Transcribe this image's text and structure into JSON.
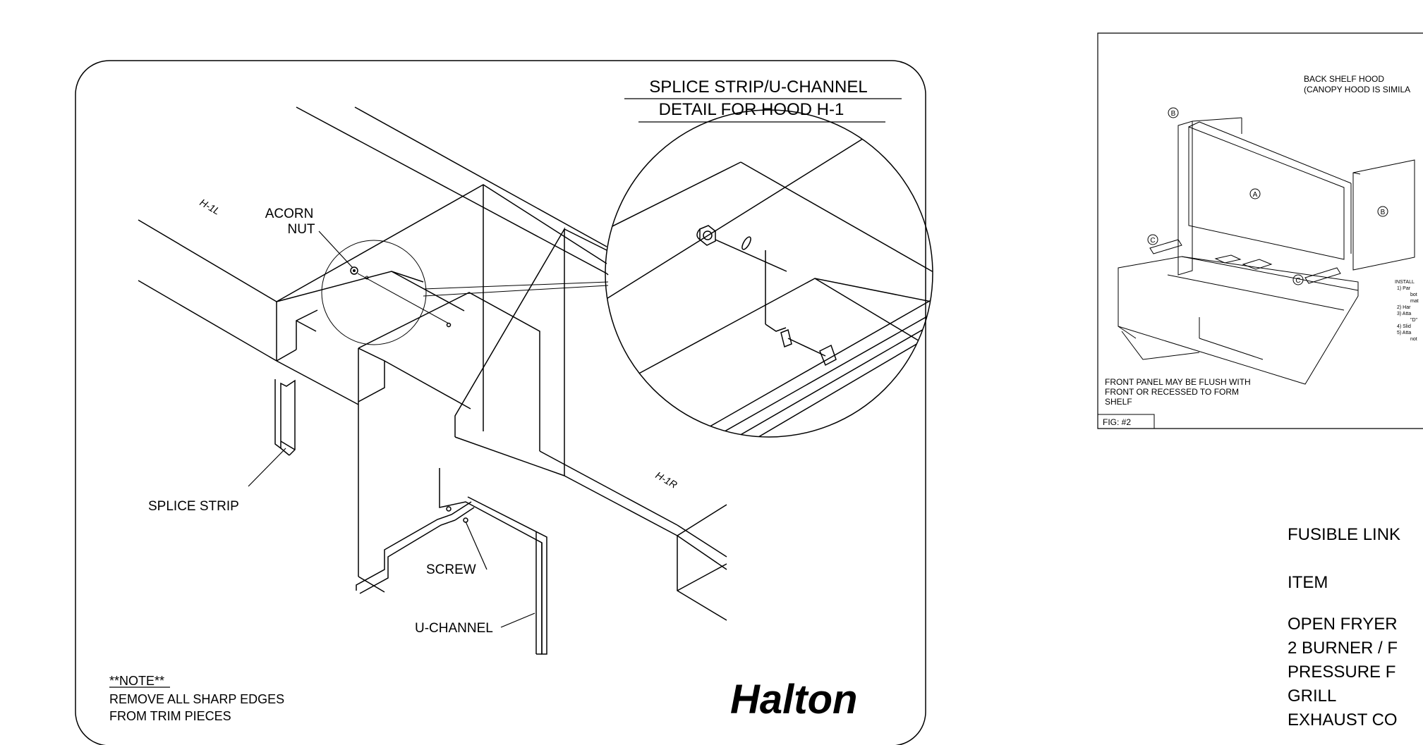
{
  "left_detail": {
    "title_line1": "SPLICE STRIP/U-CHANNEL",
    "title_line2": "DETAIL FOR HOOD H-1",
    "label_h1l": "H-1L",
    "label_h1r": "H-1R",
    "acorn_line1": "ACORN",
    "acorn_line2": "NUT",
    "splice_strip": "SPLICE STRIP",
    "screw": "SCREW",
    "u_channel": "U-CHANNEL",
    "note_heading": "**NOTE**",
    "note_line1": "REMOVE ALL SHARP EDGES",
    "note_line2": "FROM TRIM PIECES",
    "logo": "Halton"
  },
  "right_figure": {
    "title_line1": "BACK SHELF HOOD",
    "title_line2": "(CANOPY HOOD IS SIMILA",
    "callout_a": "A",
    "callout_b": "B",
    "callout_c": "C",
    "install_heading": "INSTALL",
    "install_lines": [
      "1)  Par",
      "bot",
      "mat",
      "2)  Har",
      "3)  Atta",
      "\"D\"",
      "4)  Slid",
      "5)  Atta",
      "not"
    ],
    "front_panel_line1": "FRONT PANEL MAY BE FLUSH WITH",
    "front_panel_line2": "FRONT OR RECESSED TO FORM",
    "front_panel_line3": "SHELF",
    "fig_label": "FIG: #2"
  },
  "fusible_table": {
    "title": "FUSIBLE LINK",
    "header": "ITEM",
    "items": [
      "OPEN FRYER",
      "2 BURNER / F",
      "PRESSURE F",
      "GRILL",
      "EXHAUST CO"
    ]
  }
}
